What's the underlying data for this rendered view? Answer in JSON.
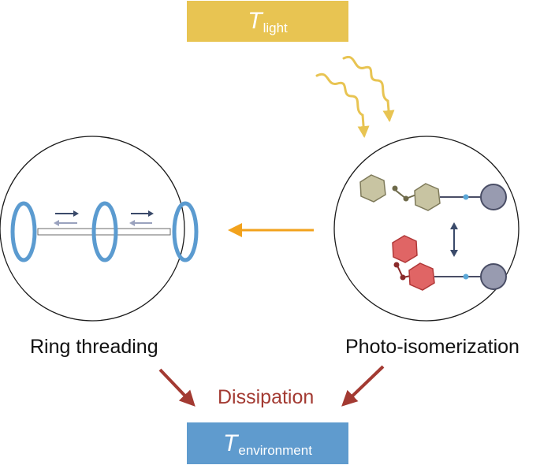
{
  "top_box": {
    "symbol": "T",
    "subscript": "light",
    "color": "#E8C452"
  },
  "bottom_box": {
    "symbol": "T",
    "subscript": "environment",
    "color": "#5F9BCE"
  },
  "labels": {
    "ring_threading": "Ring threading",
    "photo_isomerization": "Photo-isomerization",
    "dissipation": "Dissipation"
  },
  "colors": {
    "ring": "#5B9BD0",
    "orange_arrow": "#F2A21C",
    "dissipation_arrows": "#A33A32",
    "light_waves": "#E8C452",
    "trans_hexagon": "#C8C4A2",
    "cis_hexagon": "#E06565",
    "stopper": "#989BB0",
    "connector": "#5BA8D8"
  }
}
